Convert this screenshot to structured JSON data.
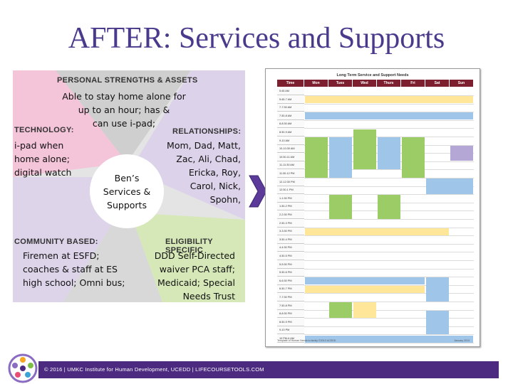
{
  "title": "AFTER: Services and Supports",
  "diagram": {
    "personal": {
      "heading": "PERSONAL STRENGTHS & ASSETS",
      "text": [
        "Able to stay home alone for",
        "up to an hour; has &",
        "can use i-pad;"
      ]
    },
    "technology": {
      "heading": "TECHNOLOGY:",
      "text": [
        "i-pad when",
        "home alone;",
        "digital watch"
      ]
    },
    "relationships": {
      "heading": "RELATIONSHIPS:",
      "text": [
        "Mom, Dad, Matt,",
        "Zac, Ali, Chad,",
        "Ericka, Roy,",
        "Carol, Nick,",
        "Spohn,"
      ]
    },
    "center": {
      "text": [
        "Ben’s",
        "Services &",
        "Supports"
      ]
    },
    "community": {
      "heading": "COMMUNITY BASED:",
      "text": [
        "Firemen at ESFD;",
        "coaches & staff at ES",
        "high school; Omni bus;"
      ]
    },
    "eligibility": {
      "heading": "ELIGIBILITY SPECIFIC",
      "text": [
        "DDD Self-Directed",
        "waiver PCA staff;",
        "Medicaid; Special",
        "Needs Trust"
      ]
    },
    "colors": {
      "pink": "#f4c4d8",
      "purple": "#dcd3ea",
      "gray": "#cfcfcf",
      "green": "#d6e8b8",
      "center": "#ffffff"
    }
  },
  "schedule": {
    "title": "Long Term Service and Support Needs",
    "headers": [
      "Time",
      "Mon",
      "Tues",
      "Wed",
      "Thurs",
      "Fri",
      "Sat",
      "Sun"
    ],
    "times": [
      "5:45 AM",
      "5:45-7 AM",
      "7-7:30 AM",
      "7:30-8 AM",
      "8-8:30 AM",
      "8:30-9 AM",
      "9-10 AM",
      "10-10:30 AM",
      "10:30-11 AM",
      "11-11:30 AM",
      "11:30-12 PM",
      "12-12:30 PM",
      "12:30-1 PM",
      "1-1:30 PM",
      "1:30-2 PM",
      "2-2:30 PM",
      "2:30-3 PM",
      "3-3:30 PM",
      "3:30-4 PM",
      "4-4:30 PM",
      "4:30-5 PM",
      "5-5:30 PM",
      "5:30-6 PM",
      "6-6:30 PM",
      "6:30-7 PM",
      "7-7:30 PM",
      "7:30-8 PM",
      "8-8:30 PM",
      "8:30-9 PM",
      "9-10 PM",
      "10 PM-6 AM"
    ],
    "footer_left": "Template of Human Needs to family ©2013 UCEDD",
    "footer_right": "January 2013",
    "colors": {
      "header": "#7d1f2e",
      "green": "#9ccc65",
      "blue": "#9fc5e8",
      "yellow": "#ffe699",
      "purple": "#b4a7d6",
      "orange": "#f6b26b"
    }
  },
  "footer": {
    "text": "© 2016 | UMKC Institute for Human Development, UCEDD | LIFECOURSETOOLS.COM"
  }
}
